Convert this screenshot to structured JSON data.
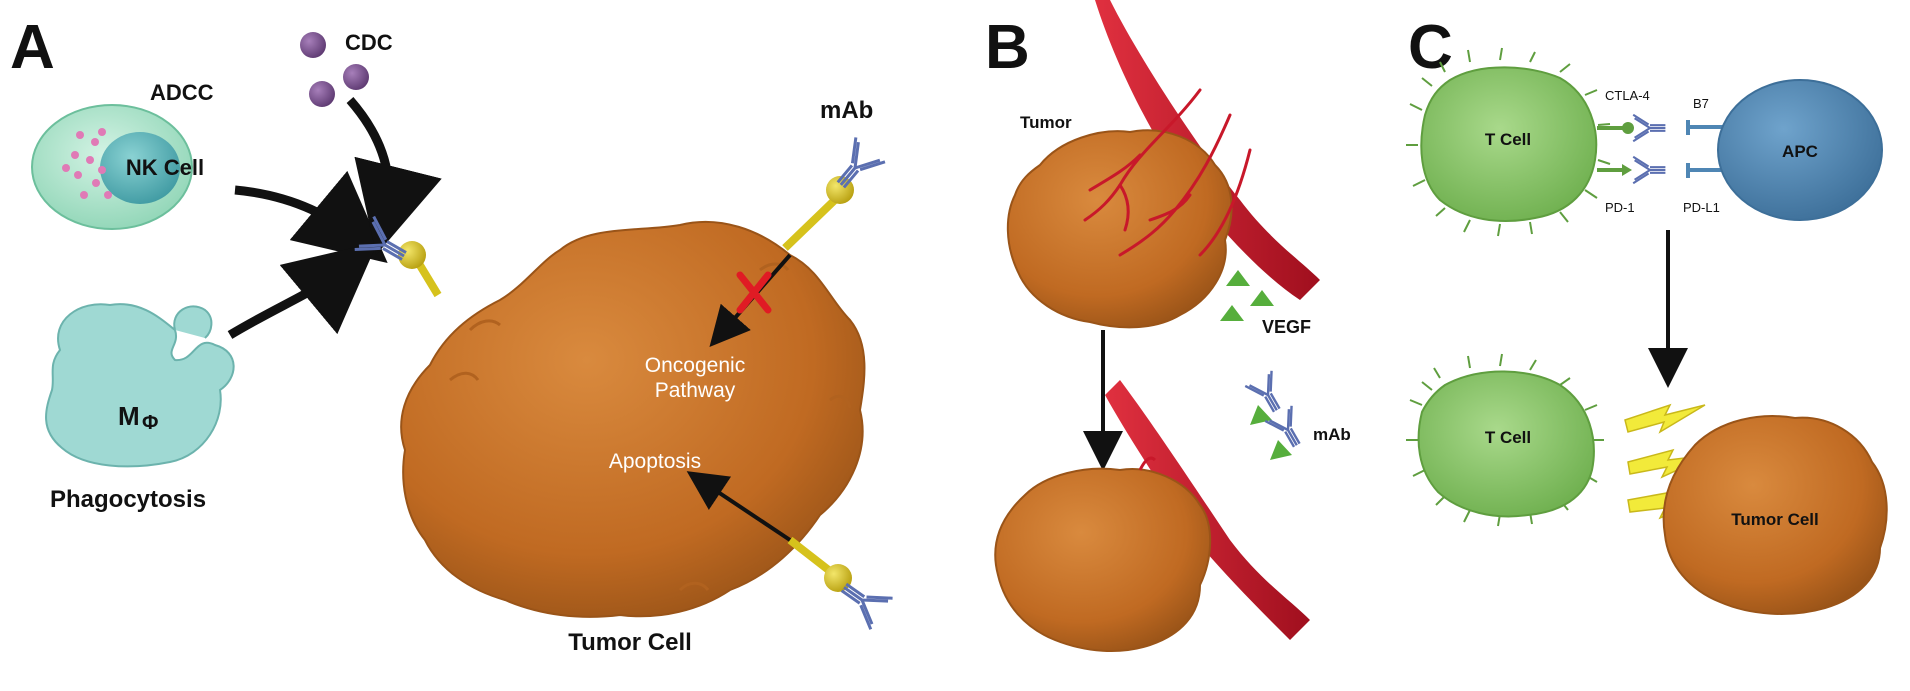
{
  "colors": {
    "tumor": "#c8732a",
    "tumor_dark": "#9a5418",
    "nk_cell": "#a8e3c9",
    "nk_nucleus": "#5bb6bb",
    "macrophage": "#9fd9d3",
    "t_cell": "#8ac46a",
    "t_cell_spikes": "#5f9e3f",
    "apc": "#4f86b4",
    "vessel": "#c8182a",
    "antibody": "#5b6fb0",
    "stalk": "#d6c21c",
    "vegf": "#56ae3c",
    "lightning": "#f2ea3a",
    "cdc_dot": "#7a4e8e"
  },
  "panels": {
    "a": {
      "letter": "A",
      "adcc": "ADCC",
      "cdc": "CDC",
      "nk_cell": "NK Cell",
      "macrophage_m": "M",
      "macrophage_phi": "Φ",
      "phagocytosis": "Phagocytosis",
      "mab": "mAb",
      "oncogenic_line1": "Oncogenic",
      "oncogenic_line2": "Pathway",
      "apoptosis": "Apoptosis",
      "tumor_cell": "Tumor Cell"
    },
    "b": {
      "letter": "B",
      "tumor": "Tumor",
      "vegf": "VEGF",
      "mab": "mAb"
    },
    "c": {
      "letter": "C",
      "t_cell_top": "T Cell",
      "ctla4": "CTLA-4",
      "pd1": "PD-1",
      "b7": "B7",
      "pdl1": "PD-L1",
      "apc": "APC",
      "t_cell_bottom": "T Cell",
      "tumor_cell": "Tumor Cell"
    }
  }
}
